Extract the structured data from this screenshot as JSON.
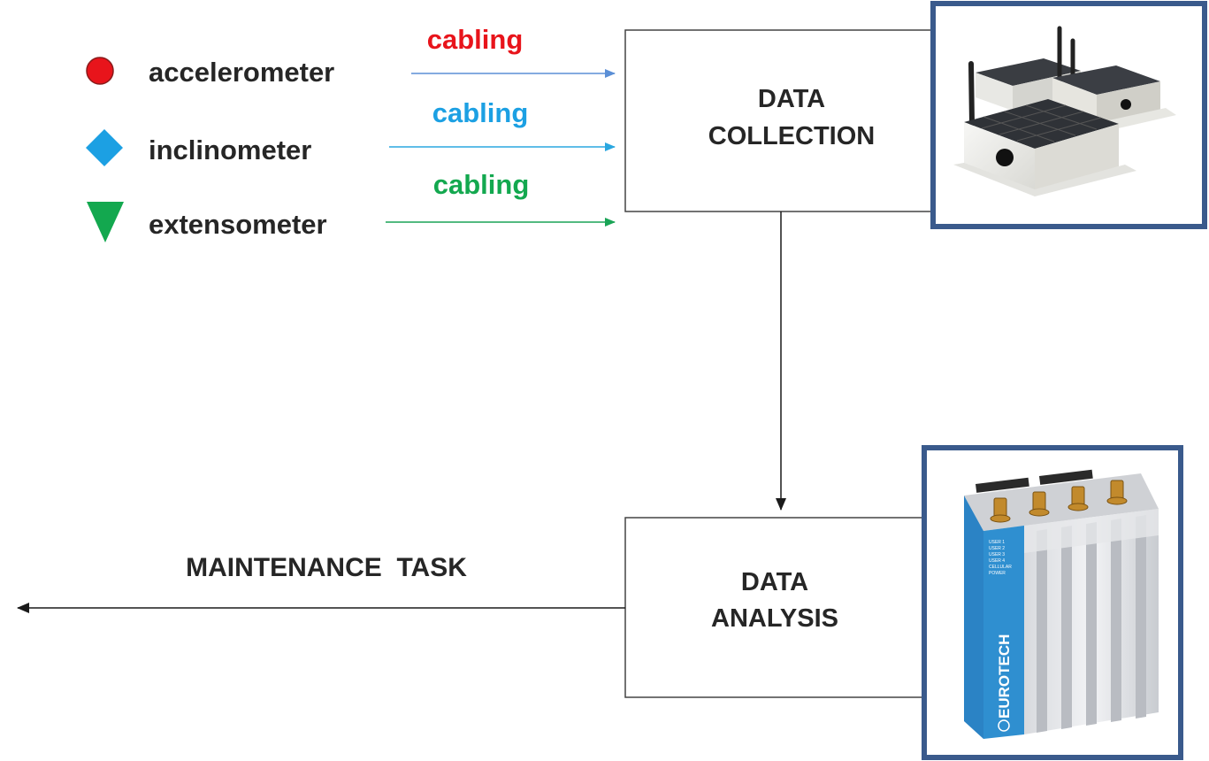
{
  "legend": [
    {
      "label": "accelerometer",
      "marker": "circle",
      "color": "#e8141b"
    },
    {
      "label": "inclinometer",
      "marker": "diamond",
      "color": "#1ca0e3"
    },
    {
      "label": "extensometer",
      "marker": "triangle-down",
      "color": "#13a84f"
    }
  ],
  "connections": [
    {
      "label": "cabling",
      "color": "#e8141b"
    },
    {
      "label": "cabling",
      "color": "#1ca0e3"
    },
    {
      "label": "cabling",
      "color": "#13a84f"
    }
  ],
  "boxes": {
    "collection": {
      "line1": "DATA",
      "line2": "COLLECTION"
    },
    "analysis": {
      "line1": "DATA",
      "line2": "ANALYSIS"
    }
  },
  "output": {
    "label": "MAINTENANCE  TASK"
  },
  "photos": {
    "sensor_nodes": {
      "frame_color": "#3a5a8c"
    },
    "gateway": {
      "frame_color": "#3a5a8c",
      "brand": "EUROTECH",
      "leds": [
        "USER 1",
        "USER 2",
        "USER 3",
        "USER 4",
        "CELLULAR",
        "POWER"
      ]
    }
  }
}
